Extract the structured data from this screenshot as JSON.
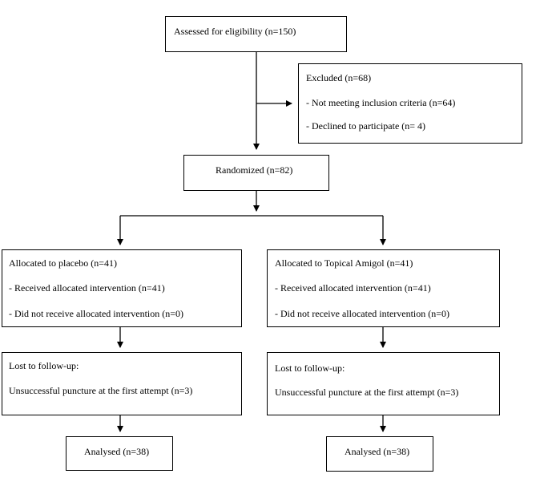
{
  "assessed": {
    "label": "Assessed for eligibility (n=150)"
  },
  "excluded": {
    "title": "Excluded (n=68)",
    "items": [
      "-  Not meeting inclusion criteria (n=64)",
      "-  Declined to participate (n= 4)"
    ]
  },
  "randomized": {
    "label": "Randomized (n=82)"
  },
  "placebo_arm": {
    "allocated": "Allocated to placebo (n=41)",
    "received": "- Received allocated intervention (n=41)",
    "not_received": "- Did not receive allocated intervention (n=0)",
    "lost_title": "Lost to follow-up:",
    "lost_detail": "Unsuccessful puncture at the first attempt (n=3)",
    "analysed": "Analysed (n=38)"
  },
  "amigol_arm": {
    "allocated": "Allocated to Topical Amigol (n=41)",
    "received": "- Received allocated intervention (n=41)",
    "not_received": "- Did not receive allocated intervention (n=0)",
    "lost_title": "Lost to follow-up:",
    "lost_detail": "Unsuccessful puncture at the first attempt (n=3)",
    "analysed": "Analysed (n=38)"
  }
}
